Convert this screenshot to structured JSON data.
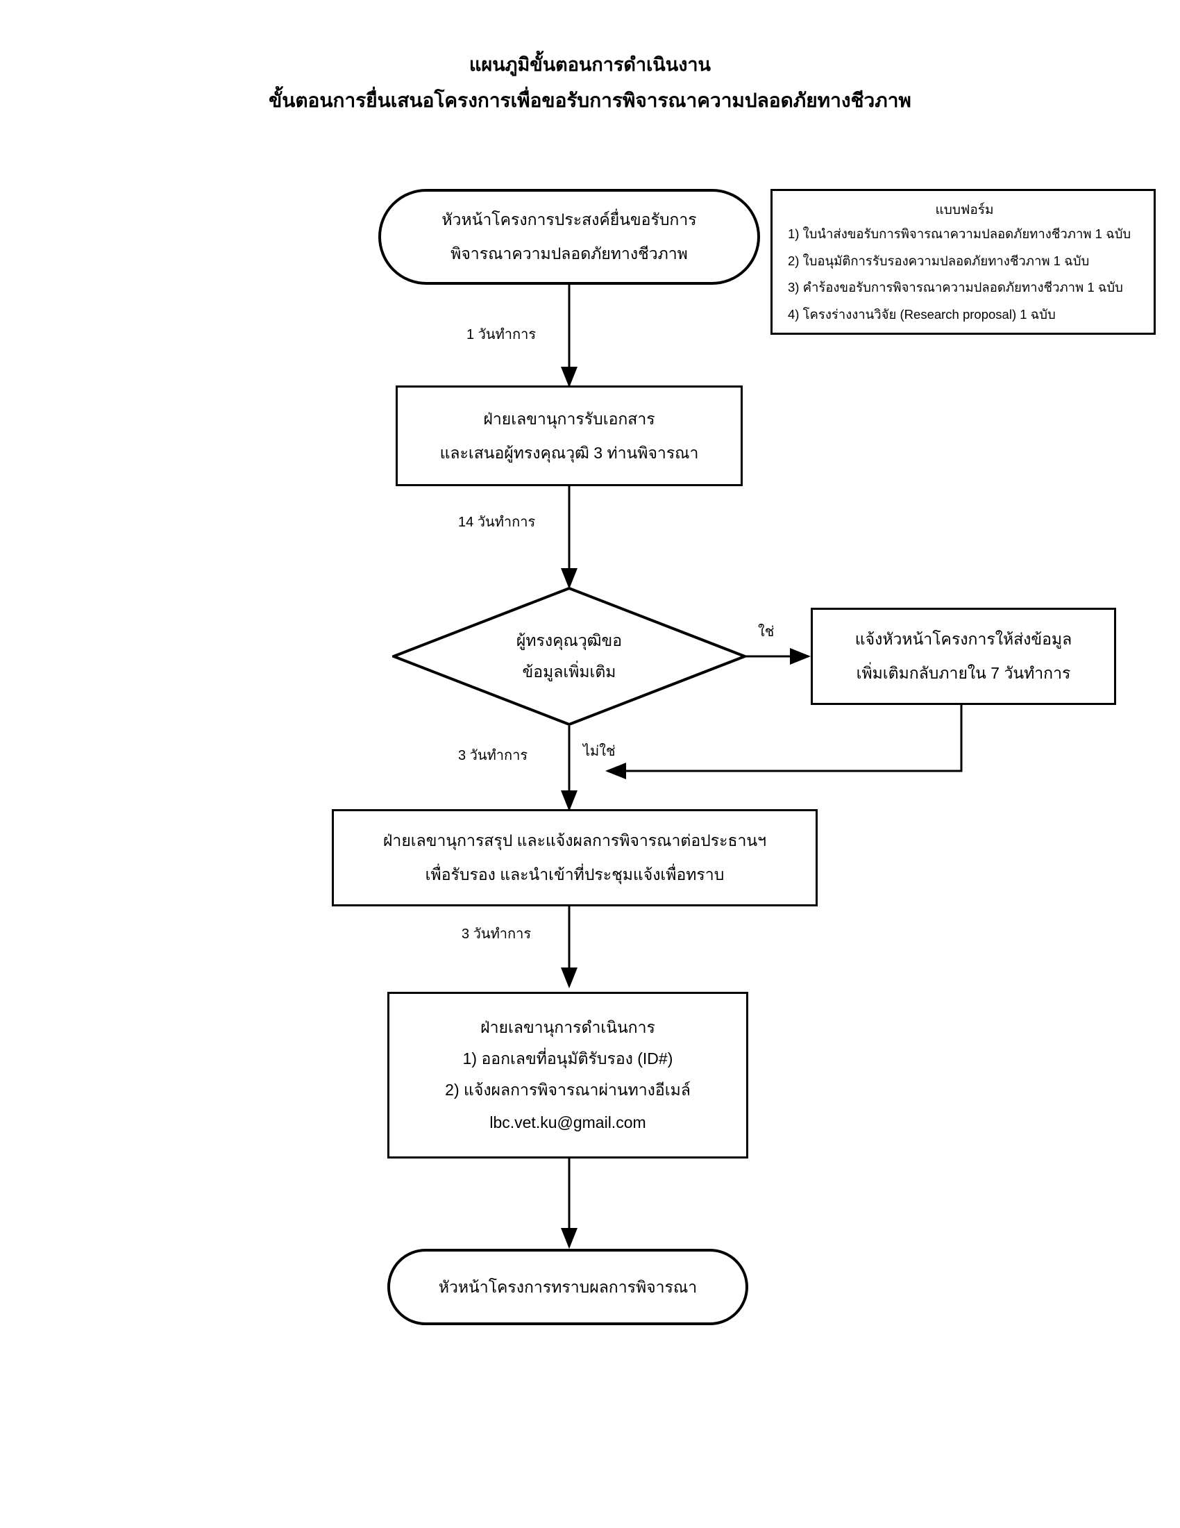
{
  "title": {
    "line1": "แผนภูมิขั้นตอนการดำเนินงาน",
    "line2": "ขั้นตอนการยื่นเสนอโครงการเพื่อขอรับการพิจารณาความปลอดภัยทางชีวภาพ"
  },
  "form_box": {
    "heading": "แบบฟอร์ม",
    "items": [
      "1) ใบนำส่งขอรับการพิจารณาความปลอดภัยทางชีวภาพ 1 ฉบับ",
      "2) ใบอนุมัติการรับรองความปลอดภัยทางชีวภาพ 1 ฉบับ",
      "3) คำร้องขอรับการพิจารณาความปลอดภัยทางชีวภาพ 1 ฉบับ",
      "4) โครงร่างงานวิจัย (Research proposal) 1 ฉบับ"
    ]
  },
  "nodes": {
    "start": {
      "shape": "stadium",
      "line1": "หัวหน้าโครงการประสงค์ยื่นขอรับการ",
      "line2": "พิจารณาความปลอดภัยทางชีวภาพ"
    },
    "secretary_receive": {
      "shape": "rect",
      "line1": "ฝ่ายเลขานุการรับเอกสาร",
      "line2": "และเสนอผู้ทรงคุณวุฒิ 3 ท่านพิจารณา"
    },
    "decision": {
      "shape": "diamond",
      "line1": "ผู้ทรงคุณวุฒิขอ",
      "line2": "ข้อมูลเพิ่มเติม"
    },
    "notify_pi": {
      "shape": "rect",
      "line1": "แจ้งหัวหน้าโครงการให้ส่งข้อมูล",
      "line2": "เพิ่มเติมกลับภายใน 7 วันทำการ"
    },
    "summary_chair": {
      "shape": "rect",
      "line1": "ฝ่ายเลขานุการสรุป และแจ้งผลการพิจารณาต่อประธานฯ",
      "line2": "เพื่อรับรอง และนำเข้าที่ประชุมแจ้งเพื่อทราบ"
    },
    "secretary_action": {
      "shape": "rect",
      "line1": "ฝ่ายเลขานุการดำเนินการ",
      "line2": "1) ออกเลขที่อนุมัติรับรอง (ID#)",
      "line3": "2) แจ้งผลการพิจารณาผ่านทางอีเมล์",
      "line4": "lbc.vet.ku@gmail.com"
    },
    "end": {
      "shape": "stadium",
      "line1": "หัวหน้าโครงการทราบผลการพิจารณา"
    }
  },
  "edges": {
    "start_to_receive": "1 วันทำการ",
    "receive_to_decision": "14 วันทำการ",
    "decision_yes": "ใช่",
    "decision_no": "ไม่ใช่",
    "decision_to_summary": "3 วันทำการ",
    "summary_to_action": "3 วันทำการ"
  },
  "colors": {
    "stroke": "#000000",
    "background": "#ffffff",
    "text": "#000000"
  }
}
